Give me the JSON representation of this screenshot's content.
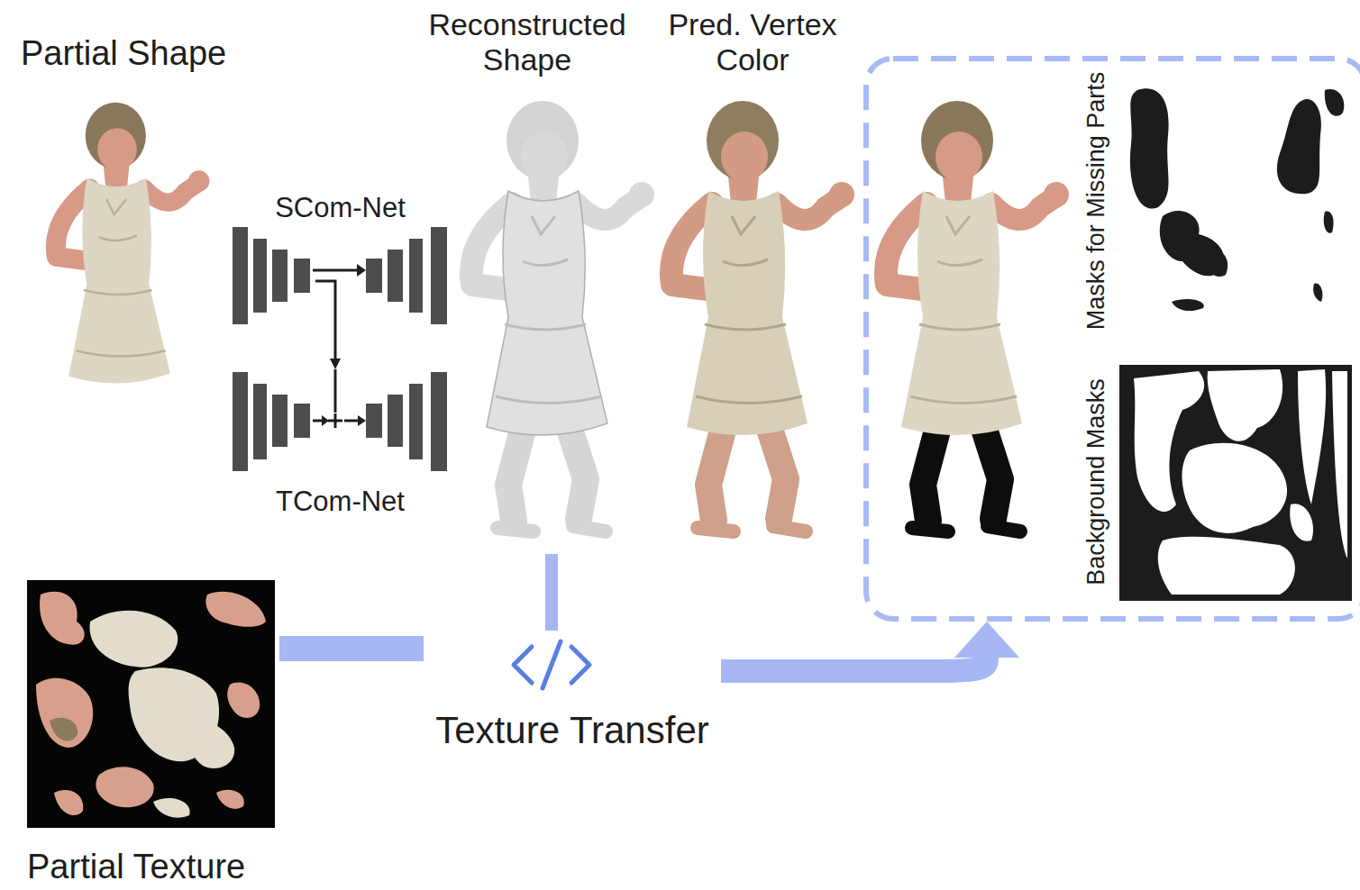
{
  "diagram": {
    "nodes": [
      {
        "text": [
          "Partial Shape"
        ]
      },
      {
        "text": [
          "SCom-Net"
        ]
      },
      {
        "text": [
          "TCom-Net"
        ]
      },
      {
        "text": [
          "Reconstructed Shape"
        ]
      },
      {
        "text": [
          "Pred. Vertex Color"
        ]
      },
      {
        "text": []
      },
      {
        "text": [
          "Masks for Missing Parts"
        ],
        "in": 5
      },
      {
        "text": [
          "Background Masks"
        ],
        "in": 5
      },
      {
        "text": [
          "Partial Texture"
        ]
      },
      {
        "text": [
          "Texture Transfer"
        ]
      }
    ],
    "edges": [
      {
        "from": 1,
        "to": 2,
        "arrow": "to"
      },
      {
        "from": 3,
        "to": 9,
        "arrow": "none"
      },
      {
        "from": 8,
        "to": 9,
        "arrow": "none"
      },
      {
        "from": 9,
        "to": 5,
        "arrow": "to"
      }
    ]
  }
}
